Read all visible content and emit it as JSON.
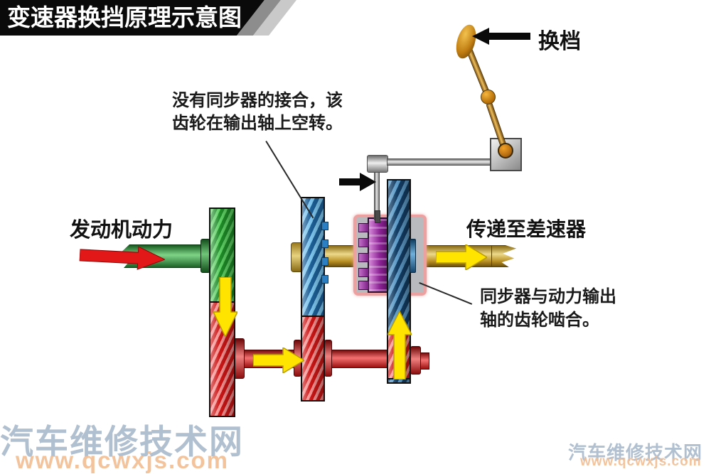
{
  "banner": {
    "title": "变速器换挡原理示意图"
  },
  "lever": {
    "label": "换档"
  },
  "flow": {
    "input_label": "发动机动力",
    "output_label": "传递至差速器"
  },
  "annotations": {
    "freewheel_line1": "没有同步器的接合，该",
    "freewheel_line2": "齿轮在输出轴上空转。",
    "mesh_line1": "同步器与动力输出",
    "mesh_line2": "轴的齿轮啮合。"
  },
  "watermark": {
    "site_name": "汽车维修技术网",
    "site_url": "www.qcwxjs.com"
  },
  "colors": {
    "input_shaft_green": "#2e9e3c",
    "countershaft_red": "#d01818",
    "idle_gear_blue": "#4a9ad8",
    "engaged_gear_blue": "#1e5f96",
    "synchronizer_purple": "#9b30a2",
    "output_shaft_gold": "#d4af37",
    "power_arrow_yellow": "#ffe400",
    "input_arrow_red": "#e21818",
    "highlight_box_pink": "#eca0a0",
    "banner_black": "#0a0a0a",
    "watermark_blue": "#a9bacb",
    "watermark_orange": "#f2bd92"
  }
}
